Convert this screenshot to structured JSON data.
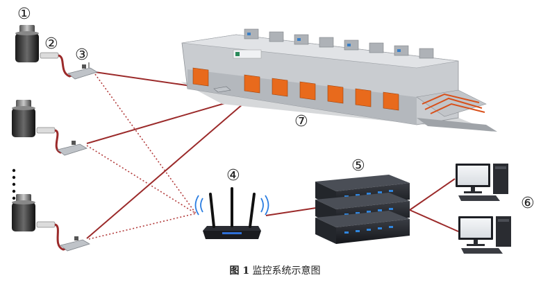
{
  "labels": {
    "sensor": "①",
    "cable": "②",
    "transmitter": "③",
    "router": "④",
    "server": "⑤",
    "client": "⑥",
    "machine": "⑦"
  },
  "caption": {
    "figure": "图 1",
    "text": "监控系统示意图"
  },
  "colors": {
    "wired_link": "#9b2a2a",
    "wireless_link": "#b23a3a",
    "machine_orange": "#e86a1c",
    "machine_body": "#c9ccd0"
  }
}
